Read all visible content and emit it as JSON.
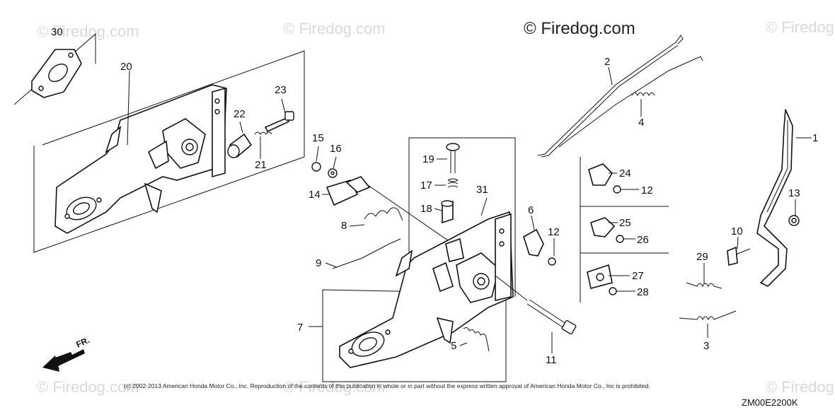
{
  "watermark": {
    "main": "© Firedog.com",
    "faint": "© Firedog.com"
  },
  "callouts": [
    "1",
    "2",
    "3",
    "4",
    "5",
    "6",
    "7",
    "8",
    "9",
    "10",
    "11",
    "12",
    "12",
    "13",
    "14",
    "15",
    "16",
    "17",
    "18",
    "19",
    "20",
    "21",
    "22",
    "23",
    "24",
    "25",
    "26",
    "27",
    "28",
    "29",
    "30",
    "31"
  ],
  "direction_label": "FR.",
  "copyright": "(c) 2002-2013 American Honda Motor Co., Inc. Reproduction of the contents of this publication in whole or in part without the express written approval of American Honda Motor Co., Inc is prohibited.",
  "diagram_code": "ZM00E2200K"
}
